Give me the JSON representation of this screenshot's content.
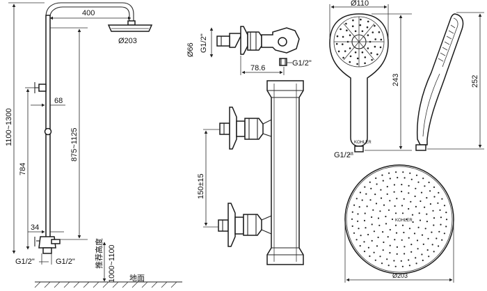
{
  "column_unit": {
    "width_top": "400",
    "head_diameter": "Ø203",
    "total_height": "1100~1300",
    "rail_height": "875~1125",
    "valve_height": "784",
    "offset_68": "68",
    "offset_34": "34",
    "inlet_left": "G1/2\"",
    "inlet_right": "G1/2\"",
    "install_height": "1000~1100",
    "install_height_label": "推荐高度",
    "floor_label": "地面"
  },
  "valve_side": {
    "thread_label": "G1/2\"",
    "body_diameter": "Ø66",
    "depth": "78.6",
    "outlet_label": "G1/2\""
  },
  "valve_front": {
    "inlet_spacing": "150±15"
  },
  "hand_shower": {
    "diameter": "Ø110",
    "length": "243",
    "side_length": "252",
    "thread_label": "G1/2\"",
    "brand_mark": "KOHLER"
  },
  "rain_head": {
    "diameter": "Ø203",
    "brand_mark": "KOHLER"
  }
}
